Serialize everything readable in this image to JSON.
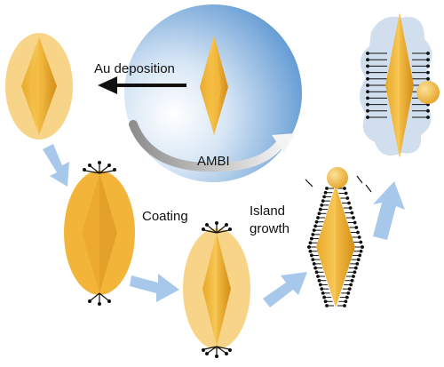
{
  "labels": {
    "au_deposition": "Au deposition",
    "ambi": "AMBI",
    "coating": "Coating",
    "island_growth_line1": "Island",
    "island_growth_line2": "growth"
  },
  "colors": {
    "gold_light": "#f8d27a",
    "gold_mid": "#f0b63b",
    "gold_dark": "#d8931a",
    "shell": "#f4c96a",
    "sphere_blue": "#4f8fd0",
    "sphere_light": "#e8f1fa",
    "arrow_blue": "#9fc3e8",
    "ligand_black": "#111111",
    "cloud": "#c9d8ea"
  },
  "icons": {
    "ligand": "ligand-molecule-icon",
    "flow_arrow": "arrow-icon"
  }
}
